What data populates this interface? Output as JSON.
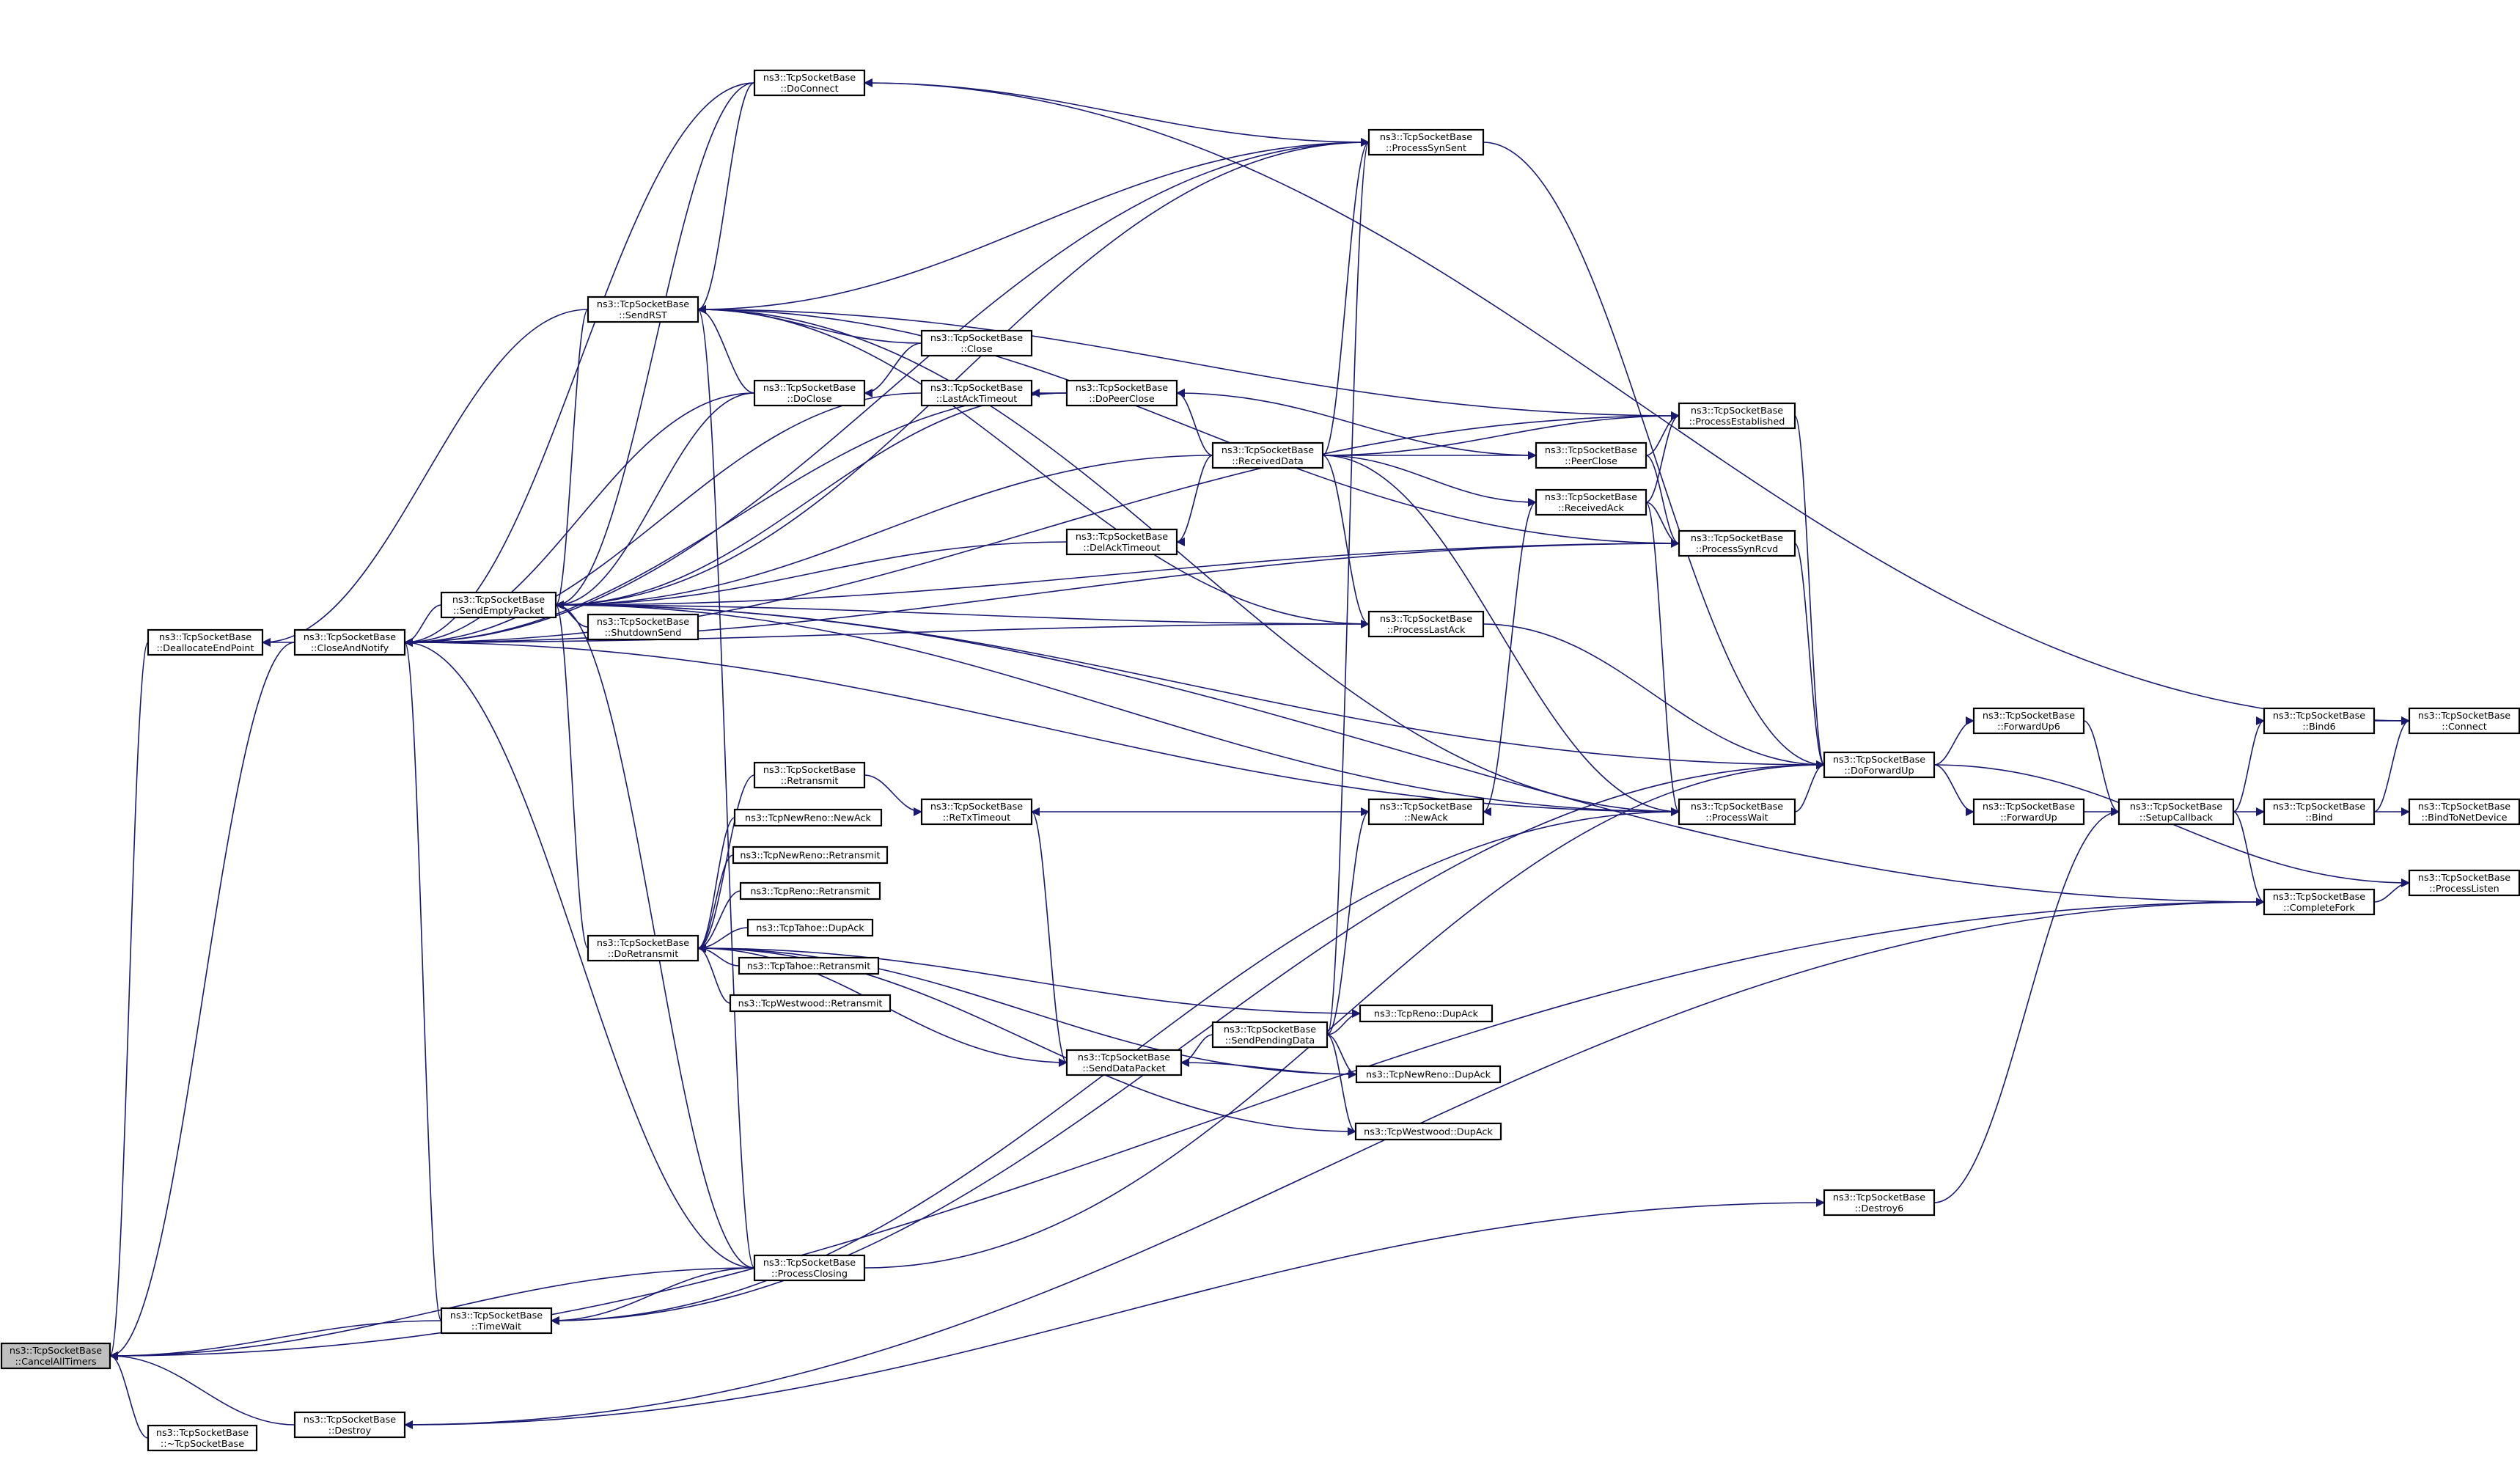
{
  "colors": {
    "edge": "#191970",
    "node_fill": "#ffffff",
    "node_border": "#000000",
    "root_fill": "#bfbfbf",
    "highlight_border": "#ff0000",
    "background": "#ffffff"
  },
  "nodes": [
    {
      "id": "CancelAllTimers",
      "lines": [
        "ns3::TcpSocketBase",
        "::CancelAllTimers"
      ],
      "root": true
    },
    {
      "id": "DeallocateEndPoint",
      "lines": [
        "ns3::TcpSocketBase",
        "::DeallocateEndPoint"
      ]
    },
    {
      "id": "dtor",
      "lines": [
        "ns3::TcpSocketBase",
        "::~TcpSocketBase"
      ]
    },
    {
      "id": "CloseAndNotify",
      "lines": [
        "ns3::TcpSocketBase",
        "::CloseAndNotify"
      ]
    },
    {
      "id": "TimeWait",
      "lines": [
        "ns3::TcpSocketBase",
        "::TimeWait"
      ]
    },
    {
      "id": "Destroy",
      "lines": [
        "ns3::TcpSocketBase",
        "::Destroy"
      ]
    },
    {
      "id": "SendEmptyPacket",
      "lines": [
        "ns3::TcpSocketBase",
        "::SendEmptyPacket"
      ]
    },
    {
      "id": "SendRST",
      "lines": [
        "ns3::TcpSocketBase",
        "::SendRST"
      ]
    },
    {
      "id": "DoRetransmit",
      "lines": [
        "ns3::TcpSocketBase",
        "::DoRetransmit"
      ]
    },
    {
      "id": "ShutdownSend",
      "lines": [
        "ns3::TcpSocketBase",
        "::ShutdownSend"
      ]
    },
    {
      "id": "DoConnect",
      "lines": [
        "ns3::TcpSocketBase",
        "::DoConnect"
      ]
    },
    {
      "id": "DoClose",
      "lines": [
        "ns3::TcpSocketBase",
        "::DoClose"
      ]
    },
    {
      "id": "Retransmit",
      "lines": [
        "ns3::TcpSocketBase",
        "::Retransmit"
      ]
    },
    {
      "id": "NR_NewAck",
      "lines": [
        "ns3::TcpNewReno::NewAck"
      ]
    },
    {
      "id": "NR_Retransmit",
      "lines": [
        "ns3::TcpNewReno::Retransmit"
      ]
    },
    {
      "id": "Reno_Retransmit",
      "lines": [
        "ns3::TcpReno::Retransmit"
      ]
    },
    {
      "id": "Tahoe_DupAck",
      "lines": [
        "ns3::TcpTahoe::DupAck"
      ]
    },
    {
      "id": "Tahoe_Retransmit",
      "lines": [
        "ns3::TcpTahoe::Retransmit"
      ]
    },
    {
      "id": "Westwood_Retransmit",
      "lines": [
        "ns3::TcpWestwood::Retransmit"
      ]
    },
    {
      "id": "ProcessClosing",
      "lines": [
        "ns3::TcpSocketBase",
        "::ProcessClosing"
      ]
    },
    {
      "id": "Close",
      "lines": [
        "ns3::TcpSocketBase",
        "::Close"
      ]
    },
    {
      "id": "LastAckTimeout",
      "lines": [
        "ns3::TcpSocketBase",
        "::LastAckTimeout"
      ]
    },
    {
      "id": "ReTxTimeout",
      "lines": [
        "ns3::TcpSocketBase",
        "::ReTxTimeout"
      ]
    },
    {
      "id": "SendDataPacket",
      "lines": [
        "ns3::TcpSocketBase",
        "::SendDataPacket"
      ]
    },
    {
      "id": "DoPeerClose",
      "lines": [
        "ns3::TcpSocketBase",
        "::DoPeerClose"
      ]
    },
    {
      "id": "DelAckTimeout",
      "lines": [
        "ns3::TcpSocketBase",
        "::DelAckTimeout"
      ]
    },
    {
      "id": "ReceivedData",
      "lines": [
        "ns3::TcpSocketBase",
        "::ReceivedData"
      ]
    },
    {
      "id": "SendPendingData",
      "lines": [
        "ns3::TcpSocketBase",
        "::SendPendingData"
      ],
      "highlight": true
    },
    {
      "id": "ProcessSynSent",
      "lines": [
        "ns3::TcpSocketBase",
        "::ProcessSynSent"
      ]
    },
    {
      "id": "ProcessLastAck",
      "lines": [
        "ns3::TcpSocketBase",
        "::ProcessLastAck"
      ]
    },
    {
      "id": "NewAck",
      "lines": [
        "ns3::TcpSocketBase",
        "::NewAck"
      ]
    },
    {
      "id": "Reno_DupAck",
      "lines": [
        "ns3::TcpReno::DupAck"
      ]
    },
    {
      "id": "NR_DupAck",
      "lines": [
        "ns3::TcpNewReno::DupAck"
      ]
    },
    {
      "id": "Westwood_DupAck",
      "lines": [
        "ns3::TcpWestwood::DupAck"
      ]
    },
    {
      "id": "PeerClose",
      "lines": [
        "ns3::TcpSocketBase",
        "::PeerClose"
      ]
    },
    {
      "id": "ReceivedAck",
      "lines": [
        "ns3::TcpSocketBase",
        "::ReceivedAck"
      ]
    },
    {
      "id": "ProcessEstablished",
      "lines": [
        "ns3::TcpSocketBase",
        "::ProcessEstablished"
      ]
    },
    {
      "id": "ProcessSynRcvd",
      "lines": [
        "ns3::TcpSocketBase",
        "::ProcessSynRcvd"
      ]
    },
    {
      "id": "ProcessWait",
      "lines": [
        "ns3::TcpSocketBase",
        "::ProcessWait"
      ]
    },
    {
      "id": "DoForwardUp",
      "lines": [
        "ns3::TcpSocketBase",
        "::DoForwardUp"
      ]
    },
    {
      "id": "Destroy6",
      "lines": [
        "ns3::TcpSocketBase",
        "::Destroy6"
      ]
    },
    {
      "id": "ForwardUp6",
      "lines": [
        "ns3::TcpSocketBase",
        "::ForwardUp6"
      ]
    },
    {
      "id": "ForwardUp",
      "lines": [
        "ns3::TcpSocketBase",
        "::ForwardUp"
      ]
    },
    {
      "id": "SetupCallback",
      "lines": [
        "ns3::TcpSocketBase",
        "::SetupCallback"
      ]
    },
    {
      "id": "Bind6",
      "lines": [
        "ns3::TcpSocketBase",
        "::Bind6"
      ]
    },
    {
      "id": "Bind",
      "lines": [
        "ns3::TcpSocketBase",
        "::Bind"
      ]
    },
    {
      "id": "CompleteFork",
      "lines": [
        "ns3::TcpSocketBase",
        "::CompleteFork"
      ]
    },
    {
      "id": "Connect",
      "lines": [
        "ns3::TcpSocketBase",
        "::Connect"
      ]
    },
    {
      "id": "BindToNetDevice",
      "lines": [
        "ns3::TcpSocketBase",
        "::BindToNetDevice"
      ]
    },
    {
      "id": "ProcessListen",
      "lines": [
        "ns3::TcpSocketBase",
        "::ProcessListen"
      ]
    }
  ],
  "edges": [
    {
      "from": "DeallocateEndPoint",
      "to": "CancelAllTimers"
    },
    {
      "from": "dtor",
      "to": "CancelAllTimers"
    },
    {
      "from": "CloseAndNotify",
      "to": "CancelAllTimers"
    },
    {
      "from": "TimeWait",
      "to": "CancelAllTimers"
    },
    {
      "from": "Destroy",
      "to": "CancelAllTimers"
    },
    {
      "from": "ProcessClosing",
      "to": "CancelAllTimers"
    },
    {
      "from": "CompleteFork",
      "to": "CancelAllTimers"
    },
    {
      "from": "CloseAndNotify",
      "to": "DeallocateEndPoint"
    },
    {
      "from": "SendRST",
      "to": "DeallocateEndPoint"
    },
    {
      "from": "SendEmptyPacket",
      "to": "CloseAndNotify"
    },
    {
      "from": "DoConnect",
      "to": "CloseAndNotify"
    },
    {
      "from": "DoClose",
      "to": "CloseAndNotify"
    },
    {
      "from": "LastAckTimeout",
      "to": "CloseAndNotify"
    },
    {
      "from": "DoPeerClose",
      "to": "CloseAndNotify"
    },
    {
      "from": "ProcessSynSent",
      "to": "CloseAndNotify"
    },
    {
      "from": "ProcessEstablished",
      "to": "CloseAndNotify"
    },
    {
      "from": "ProcessLastAck",
      "to": "CloseAndNotify"
    },
    {
      "from": "ProcessSynRcvd",
      "to": "CloseAndNotify"
    },
    {
      "from": "ProcessWait",
      "to": "CloseAndNotify"
    },
    {
      "from": "ProcessClosing",
      "to": "CloseAndNotify"
    },
    {
      "from": "TimeWait",
      "to": "CloseAndNotify"
    },
    {
      "from": "ProcessWait",
      "to": "TimeWait"
    },
    {
      "from": "ProcessClosing",
      "to": "TimeWait"
    },
    {
      "from": "DoForwardUp",
      "to": "TimeWait"
    },
    {
      "from": "CompleteFork",
      "to": "Destroy"
    },
    {
      "from": "SendRST",
      "to": "SendEmptyPacket"
    },
    {
      "from": "DoRetransmit",
      "to": "SendEmptyPacket"
    },
    {
      "from": "ShutdownSend",
      "to": "SendEmptyPacket"
    },
    {
      "from": "DoConnect",
      "to": "SendEmptyPacket"
    },
    {
      "from": "DoClose",
      "to": "SendEmptyPacket"
    },
    {
      "from": "DoPeerClose",
      "to": "SendEmptyPacket"
    },
    {
      "from": "ProcessSynSent",
      "to": "SendEmptyPacket"
    },
    {
      "from": "ReceivedData",
      "to": "SendEmptyPacket"
    },
    {
      "from": "DelAckTimeout",
      "to": "SendEmptyPacket"
    },
    {
      "from": "ProcessSynRcvd",
      "to": "SendEmptyPacket"
    },
    {
      "from": "ProcessLastAck",
      "to": "SendEmptyPacket"
    },
    {
      "from": "DoForwardUp",
      "to": "SendEmptyPacket"
    },
    {
      "from": "ProcessWait",
      "to": "SendEmptyPacket"
    },
    {
      "from": "ProcessClosing",
      "to": "SendEmptyPacket"
    },
    {
      "from": "CompleteFork",
      "to": "SendEmptyPacket"
    },
    {
      "from": "DoConnect",
      "to": "SendRST"
    },
    {
      "from": "DoClose",
      "to": "SendRST"
    },
    {
      "from": "Close",
      "to": "SendRST"
    },
    {
      "from": "ProcessSynSent",
      "to": "SendRST"
    },
    {
      "from": "ProcessEstablished",
      "to": "SendRST"
    },
    {
      "from": "ProcessSynRcvd",
      "to": "SendRST"
    },
    {
      "from": "ProcessLastAck",
      "to": "SendRST"
    },
    {
      "from": "ProcessWait",
      "to": "SendRST"
    },
    {
      "from": "ProcessClosing",
      "to": "SendRST"
    },
    {
      "from": "Retransmit",
      "to": "DoRetransmit"
    },
    {
      "from": "NR_NewAck",
      "to": "DoRetransmit"
    },
    {
      "from": "NR_Retransmit",
      "to": "DoRetransmit"
    },
    {
      "from": "Reno_Retransmit",
      "to": "DoRetransmit"
    },
    {
      "from": "Tahoe_DupAck",
      "to": "DoRetransmit"
    },
    {
      "from": "Tahoe_Retransmit",
      "to": "DoRetransmit"
    },
    {
      "from": "Westwood_Retransmit",
      "to": "DoRetransmit"
    },
    {
      "from": "SendDataPacket",
      "to": "DoRetransmit"
    },
    {
      "from": "Reno_DupAck",
      "to": "DoRetransmit"
    },
    {
      "from": "NR_DupAck",
      "to": "DoRetransmit"
    },
    {
      "from": "Westwood_DupAck",
      "to": "DoRetransmit"
    },
    {
      "from": "Close",
      "to": "DoClose"
    },
    {
      "from": "ProcessSynSent",
      "to": "DoConnect"
    },
    {
      "from": "Connect",
      "to": "DoConnect"
    },
    {
      "from": "Retransmit",
      "to": "ReTxTimeout"
    },
    {
      "from": "ReTxTimeout",
      "to": "SendDataPacket"
    },
    {
      "from": "DoPeerClose",
      "to": "LastAckTimeout"
    },
    {
      "from": "ReceivedData",
      "to": "DoPeerClose"
    },
    {
      "from": "PeerClose",
      "to": "DoPeerClose"
    },
    {
      "from": "ReceivedData",
      "to": "DelAckTimeout"
    },
    {
      "from": "SendPendingData",
      "to": "SendDataPacket"
    },
    {
      "from": "NR_DupAck",
      "to": "SendDataPacket"
    },
    {
      "from": "NewAck",
      "to": "ReTxTimeout"
    },
    {
      "from": "ReceivedData",
      "to": "ProcessSynSent"
    },
    {
      "from": "ReceivedData",
      "to": "ProcessLastAck"
    },
    {
      "from": "ReceivedData",
      "to": "PeerClose"
    },
    {
      "from": "ReceivedData",
      "to": "ReceivedAck"
    },
    {
      "from": "ReceivedData",
      "to": "ProcessEstablished"
    },
    {
      "from": "ReceivedData",
      "to": "ProcessWait"
    },
    {
      "from": "SendPendingData",
      "to": "ProcessSynSent"
    },
    {
      "from": "SendPendingData",
      "to": "NewAck"
    },
    {
      "from": "SendPendingData",
      "to": "Reno_DupAck"
    },
    {
      "from": "SendPendingData",
      "to": "NR_DupAck"
    },
    {
      "from": "SendPendingData",
      "to": "Westwood_DupAck"
    },
    {
      "from": "ReceivedAck",
      "to": "NewAck"
    },
    {
      "from": "PeerClose",
      "to": "ProcessEstablished"
    },
    {
      "from": "PeerClose",
      "to": "ProcessSynRcvd"
    },
    {
      "from": "ReceivedAck",
      "to": "ProcessEstablished"
    },
    {
      "from": "ReceivedAck",
      "to": "ProcessSynRcvd"
    },
    {
      "from": "ReceivedAck",
      "to": "ProcessWait"
    },
    {
      "from": "ProcessSynSent",
      "to": "DoForwardUp"
    },
    {
      "from": "ProcessEstablished",
      "to": "DoForwardUp"
    },
    {
      "from": "ProcessSynRcvd",
      "to": "DoForwardUp"
    },
    {
      "from": "ProcessLastAck",
      "to": "DoForwardUp"
    },
    {
      "from": "ProcessWait",
      "to": "DoForwardUp"
    },
    {
      "from": "ProcessClosing",
      "to": "DoForwardUp"
    },
    {
      "from": "DoForwardUp",
      "to": "ForwardUp6"
    },
    {
      "from": "DoForwardUp",
      "to": "ForwardUp"
    },
    {
      "from": "DoForwardUp",
      "to": "ProcessListen"
    },
    {
      "from": "ForwardUp6",
      "to": "SetupCallback"
    },
    {
      "from": "ForwardUp",
      "to": "SetupCallback"
    },
    {
      "from": "SetupCallback",
      "to": "Bind6"
    },
    {
      "from": "SetupCallback",
      "to": "Bind"
    },
    {
      "from": "SetupCallback",
      "to": "CompleteFork"
    },
    {
      "from": "Bind6",
      "to": "Connect"
    },
    {
      "from": "Bind",
      "to": "Connect"
    },
    {
      "from": "Bind",
      "to": "BindToNetDevice"
    },
    {
      "from": "CompleteFork",
      "to": "ProcessListen"
    },
    {
      "from": "Destroy6",
      "to": "SetupCallback"
    },
    {
      "from": "Destroy",
      "to": "Destroy6"
    }
  ]
}
